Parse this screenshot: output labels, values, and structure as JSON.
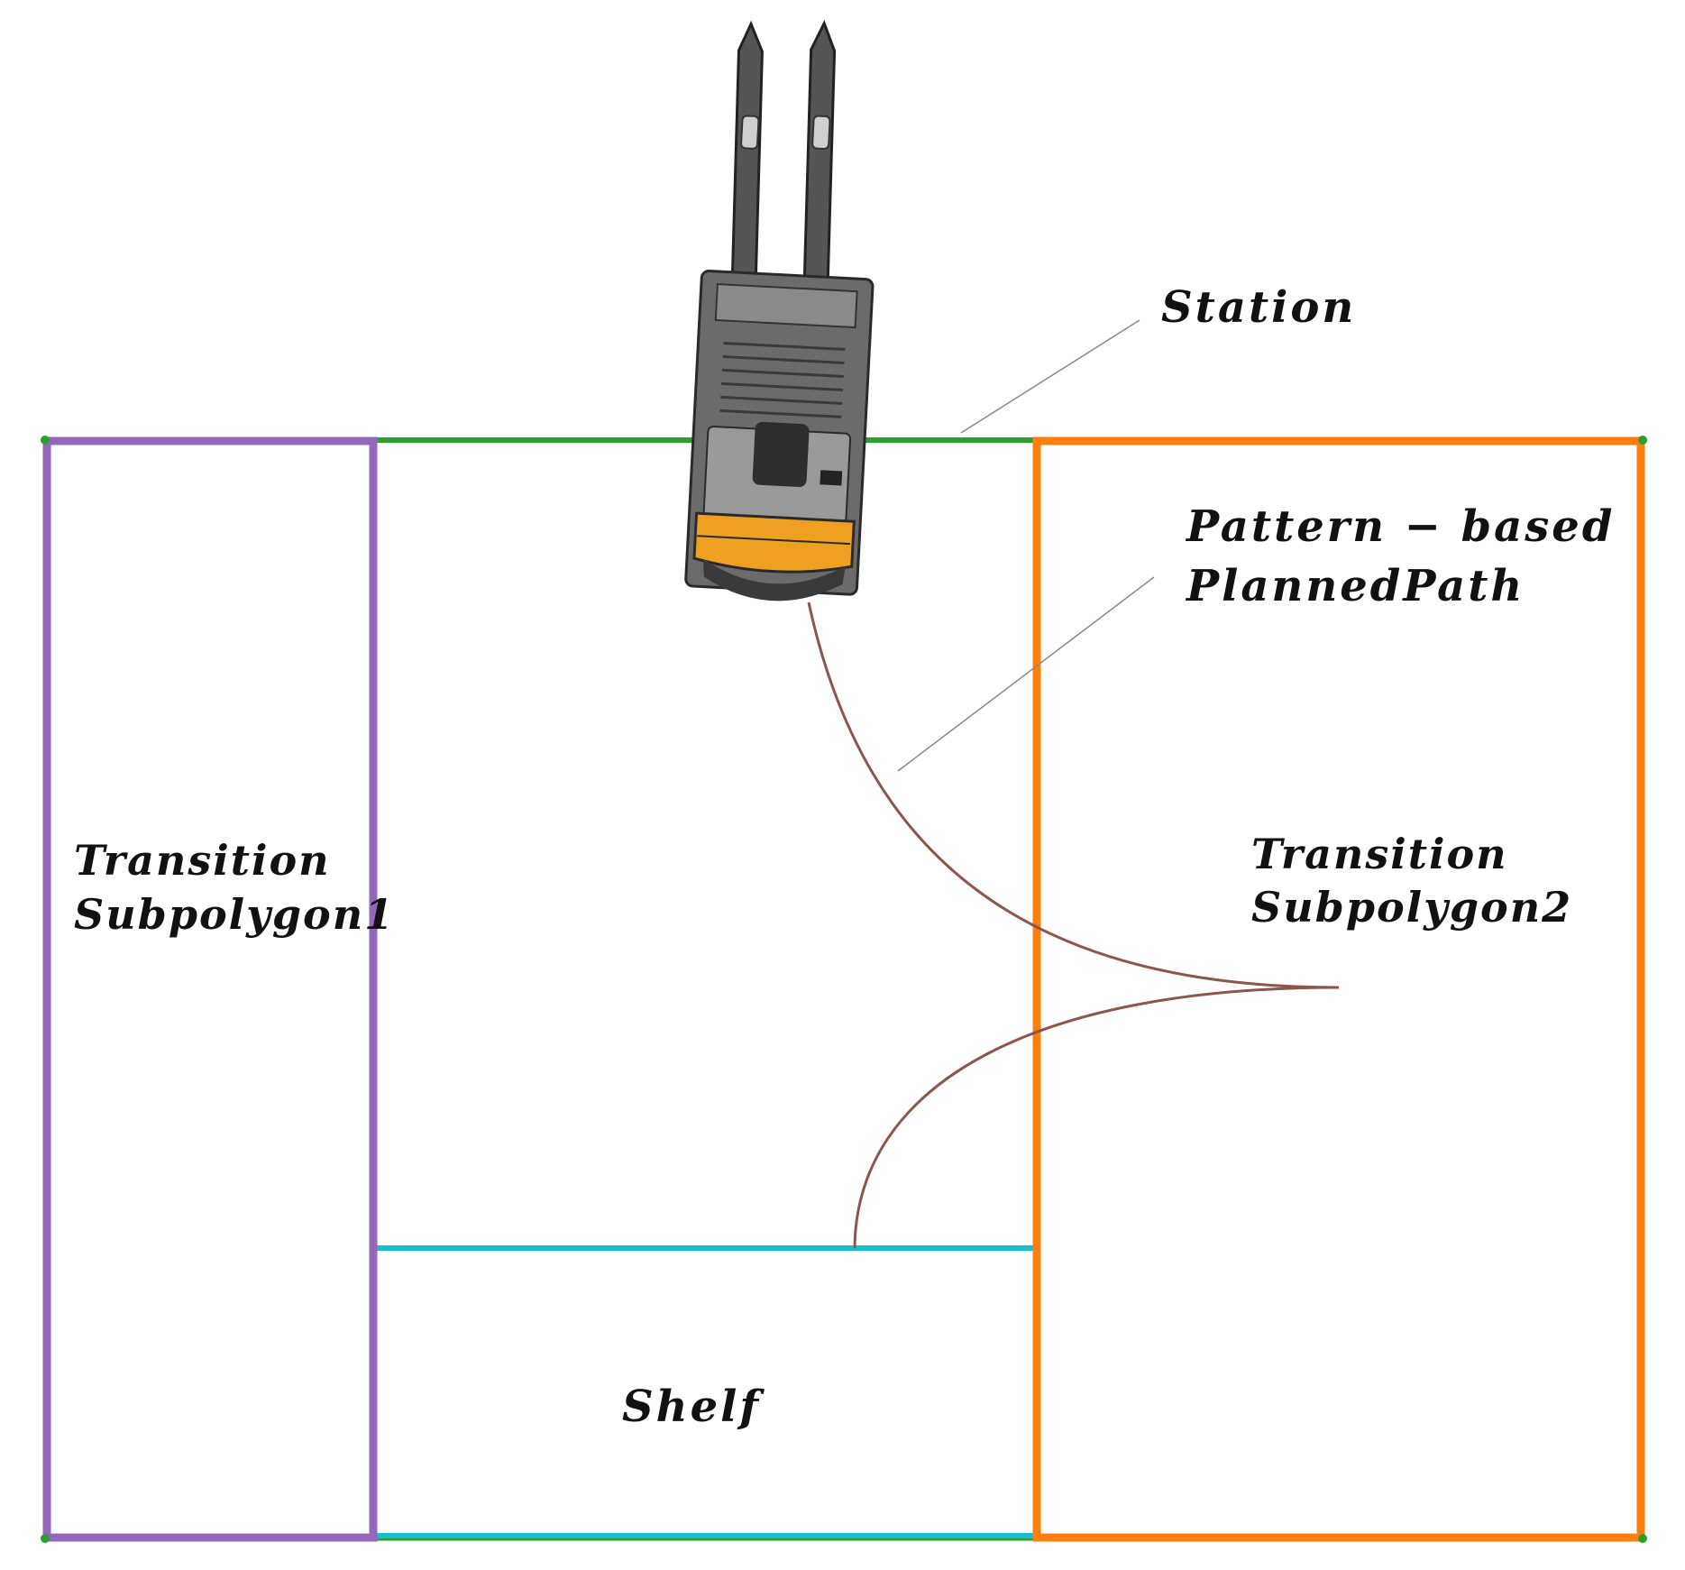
{
  "labels": {
    "station": "Station",
    "pattern_line1": "Pattern − based",
    "pattern_line2": "PlannedPath",
    "transition1_line1": "Transition",
    "transition1_line2": "Subpolygon1",
    "transition2_line1": "Transition",
    "transition2_line2": "Subpolygon2",
    "shelf": "Shelf"
  },
  "colors": {
    "transition1": "#9467bd",
    "transition2": "#ff7f0e",
    "station": "#2ca02c",
    "shelf": "#17becf",
    "path": "#8c564b",
    "leader": "#888888",
    "vehicle_body": "#5a5a5a",
    "vehicle_accent": "#f0a020"
  },
  "icons": {
    "vehicle": "forklift-icon"
  }
}
